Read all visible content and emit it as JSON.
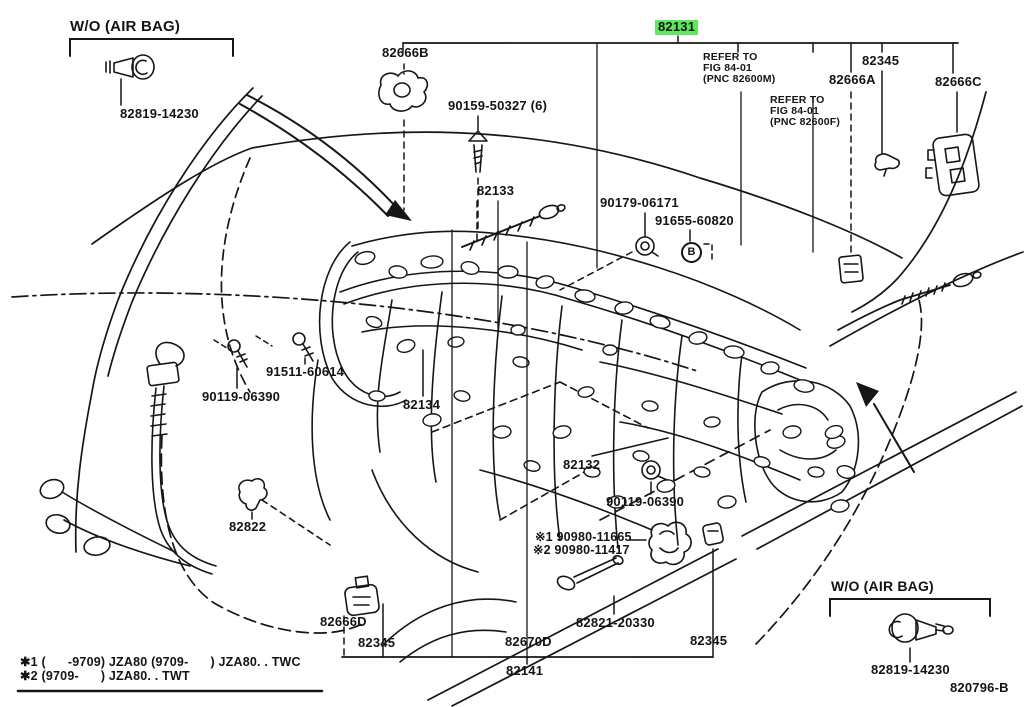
{
  "drawing": {
    "number": "820796-B",
    "highlighted_part": "82131",
    "highlight_color": "#5ee85e",
    "line_color": "#161616",
    "background": "#ffffff"
  },
  "labels": {
    "wo_airbag_top": "W/O (AIR BAG)",
    "wo_airbag_bottom": "W/O (AIR BAG)",
    "p82819_top": "82819-14230",
    "p82819_bottom": "82819-14230",
    "p82666B": "82666B",
    "p90159": "90159-50327 (6)",
    "p82131": "82131",
    "refer_fig_m": "REFER TO\nFIG 84-01\n(PNC 82600M)",
    "refer_fig_f": "REFER TO\nFIG 84-01\n(PNC 82600F)",
    "p82666A": "82666A",
    "p82345_top_right": "82345",
    "p82666C": "82666C",
    "p82133": "82133",
    "p90179": "90179-06171",
    "p91655": "91655-60820",
    "circled_b": "B",
    "p91511": "91511-60614",
    "p90119_left": "90119-06390",
    "p82134": "82134",
    "p82132": "82132",
    "p90119_mid": "90119-06390",
    "p90980_1": "※1 90980-11665",
    "p90980_2": "※2 90980-11417",
    "p82821": "82821-20330",
    "p82822": "82822",
    "p82666D": "82666D",
    "p82345_bottom_left": "82345",
    "p82670D": "82670D",
    "p82141": "82141",
    "p82345_bottom_center": "82345",
    "doc_number": "820796-B",
    "footnote_1": "✱1 (      -9709) JZA80 (9709-      ) JZA80. . TWC",
    "footnote_2": "✱2 (9709-      ) JZA80. . TWT"
  }
}
